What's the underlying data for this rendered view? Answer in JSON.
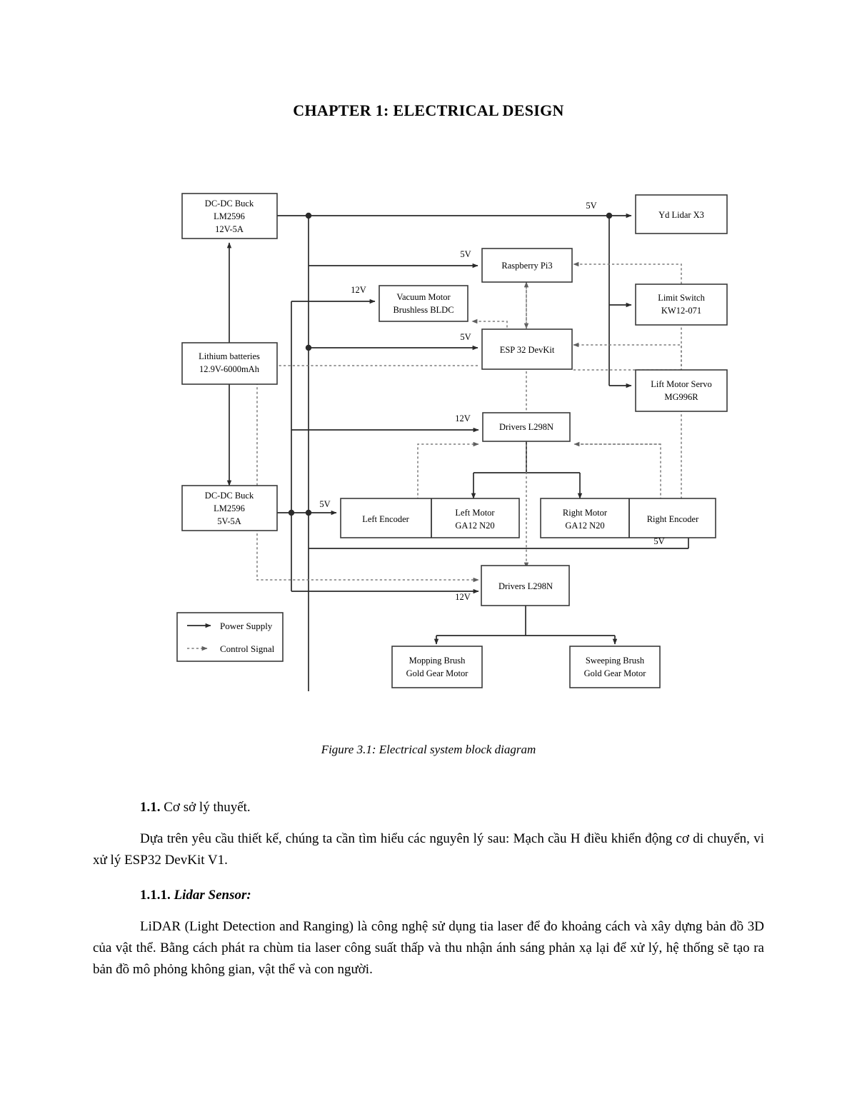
{
  "document": {
    "chapter_title": "CHAPTER 1: ELECTRICAL DESIGN",
    "figure_caption": "Figure 3.1: Electrical system block diagram",
    "sections": [
      {
        "number": "1.1.",
        "title": "Cơ sở lý thuyết.",
        "paragraph": "Dựa trên yêu cầu thiết kế, chúng ta cần tìm hiểu các nguyên lý sau: Mạch cầu H điều khiển động cơ di chuyển, vi xử lý ESP32 DevKit V1."
      },
      {
        "number": "1.1.1.",
        "title": "Lidar Sensor:",
        "paragraph": "LiDAR (Light Detection and Ranging) là công nghệ sử dụng tia laser để đo khoảng cách và xây dựng bản đồ 3D của vật thể. Bằng cách phát ra chùm tia laser công suất thấp và thu nhận ánh sáng phản xạ lại để xử lý, hệ thống sẽ tạo ra bản đồ mô phỏng không gian, vật thể và con người."
      }
    ]
  },
  "diagram": {
    "blocks": {
      "dcdc_12v": {
        "line1": "DC-DC Buck",
        "line2": "LM2596",
        "line3": "12V-5A"
      },
      "battery": {
        "line1": "Lithium batteries",
        "line2": "12.9V-6000mAh"
      },
      "dcdc_5v": {
        "line1": "DC-DC Buck",
        "line2": "LM2596",
        "line3": "5V-5A"
      },
      "vacuum_motor": {
        "line1": "Vacuum Motor",
        "line2": "Brushless BLDC"
      },
      "raspberry_pi": {
        "line1": "Raspberry Pi3"
      },
      "esp32": {
        "line1": "ESP 32 DevKit"
      },
      "yd_lidar": {
        "line1": "Yd Lidar X3"
      },
      "limit_switch": {
        "line1": "Limit Switch",
        "line2": "KW12-071"
      },
      "lift_motor": {
        "line1": "Lift Motor Servo",
        "line2": "MG996R"
      },
      "drivers_upper": {
        "line1": "Drivers L298N"
      },
      "drivers_lower": {
        "line1": "Drivers L298N"
      },
      "left_encoder": {
        "line1": "Left Encoder"
      },
      "left_motor": {
        "line1": "Left Motor",
        "line2": "GA12 N20"
      },
      "right_motor": {
        "line1": "Right Motor",
        "line2": "GA12 N20"
      },
      "right_encoder": {
        "line1": "Right Encoder"
      },
      "mopping_brush": {
        "line1": "Mopping Brush",
        "line2": "Gold Gear Motor"
      },
      "sweeping_brush": {
        "line1": "Sweeping Brush",
        "line2": "Gold Gear Motor"
      }
    },
    "voltage_labels": {
      "lidar_5v": "5V",
      "pi_5v": "5V",
      "vacuum_12v": "12V",
      "esp_5v": "5V",
      "drivers_upper_12v": "12V",
      "left_encoder_5v": "5V",
      "right_encoder_5v": "5V",
      "drivers_lower_12v": "12V"
    },
    "legend": {
      "power_supply": "Power Supply",
      "control_signal": "Control Signal"
    },
    "colors": {
      "box_stroke": "#3a3a3a",
      "power_line": "#2a2a2a",
      "control_line": "#7b7b7b",
      "text": "#000000",
      "background": "#ffffff"
    }
  }
}
